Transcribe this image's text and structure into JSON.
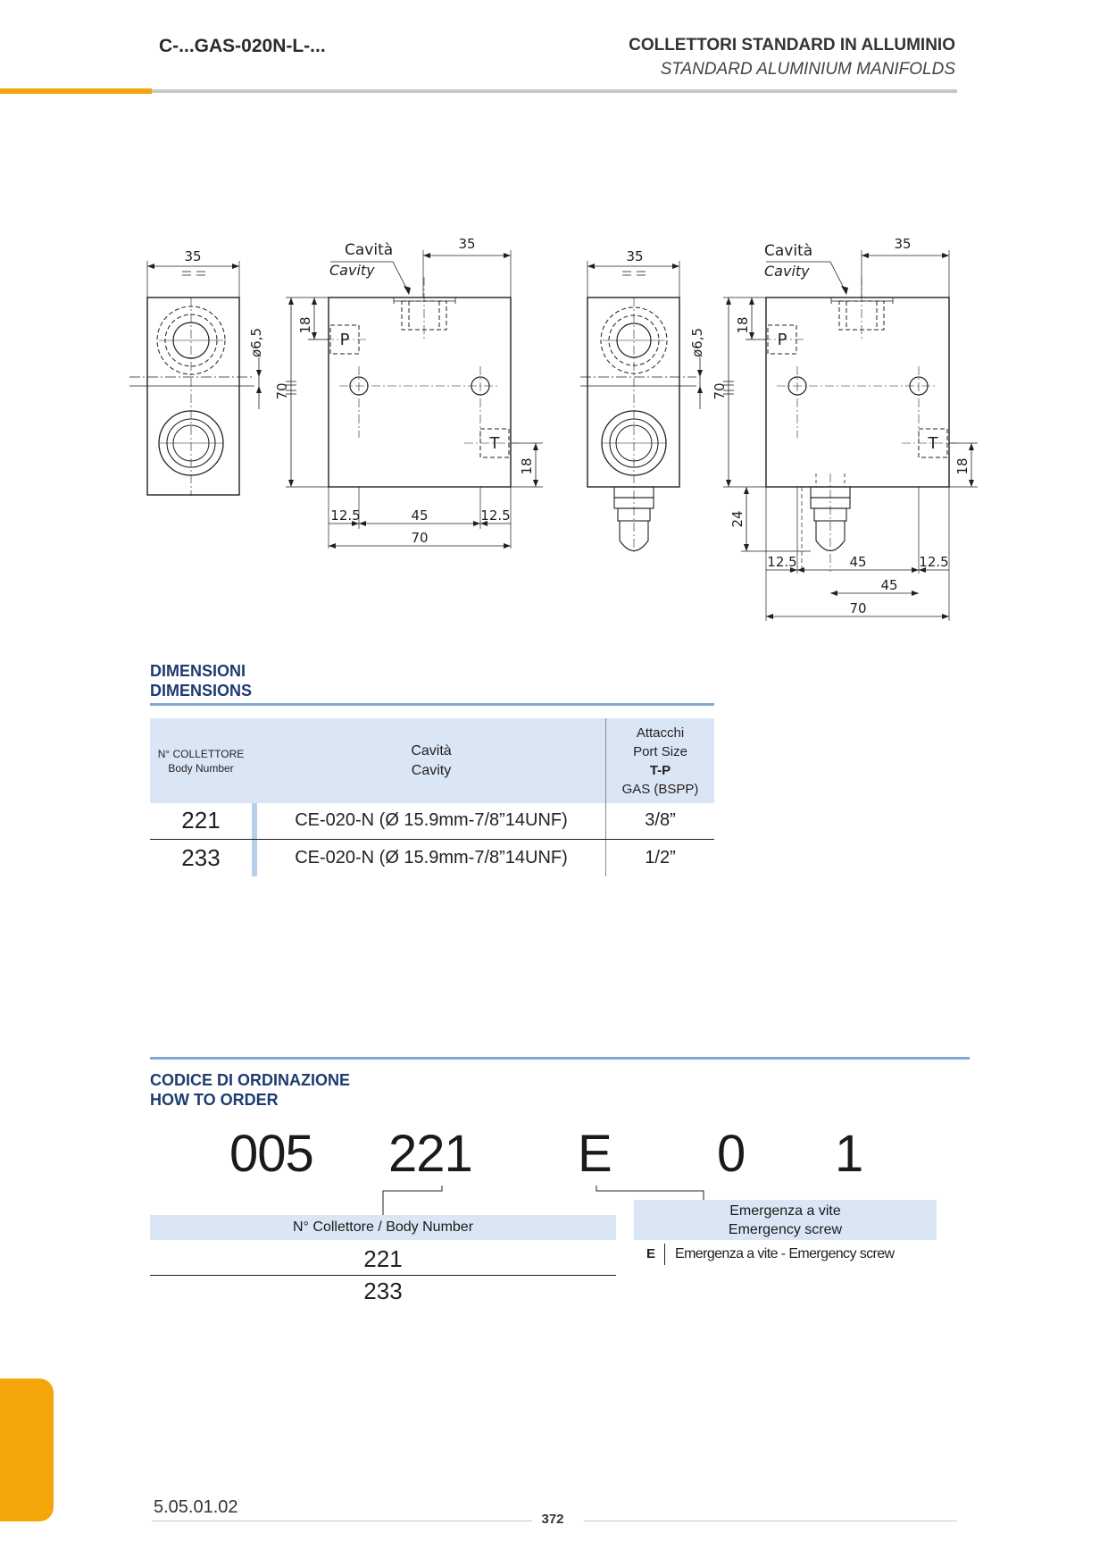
{
  "header": {
    "code": "C-...GAS-020N-L-...",
    "title_it": "COLLETTORI STANDARD IN ALLUMINIO",
    "title_en": "STANDARD ALUMINIUM MANIFOLDS"
  },
  "drawing": {
    "cavity_it": "Cavità",
    "cavity_en": "Cavity",
    "dim_35": "35",
    "dim_18": "18",
    "dim_70": "70",
    "dim_12_5": "12.5",
    "dim_45": "45",
    "dim_24": "24",
    "dim_phi": "ø6,5",
    "port_p": "P",
    "port_t": "T"
  },
  "dimensions": {
    "title_it": "DIMENSIONI",
    "title_en": "DIMENSIONS",
    "head_body_it": "N° COLLETTORE",
    "head_body_en": "Body Number",
    "head_cavity_it": "Cavità",
    "head_cavity_en": "Cavity",
    "head_port_it": "Attacchi",
    "head_port_en": "Port Size",
    "head_port_tp": "T-P",
    "head_port_gas": "GAS (BSPP)",
    "rows": [
      {
        "body": "221",
        "cavity": "CE-020-N (Ø 15.9mm-7/8”14UNF)",
        "port": "3/8”"
      },
      {
        "body": "233",
        "cavity": "CE-020-N (Ø 15.9mm-7/8”14UNF)",
        "port": "1/2”"
      }
    ]
  },
  "order": {
    "title_it": "CODICE DI ORDINAZIONE",
    "title_en": "HOW TO ORDER",
    "parts": [
      "005",
      "221",
      "E",
      "0",
      "1"
    ],
    "body_label": "N° Collettore / Body Number",
    "body_options": [
      "221",
      "233"
    ],
    "emergency_label_it": "Emergenza a vite",
    "emergency_label_en": "Emergency screw",
    "emergency_code": "E",
    "emergency_desc": "Emergenza a vite - Emergency screw"
  },
  "footer": {
    "code": "5.05.01.02",
    "page": "372"
  }
}
